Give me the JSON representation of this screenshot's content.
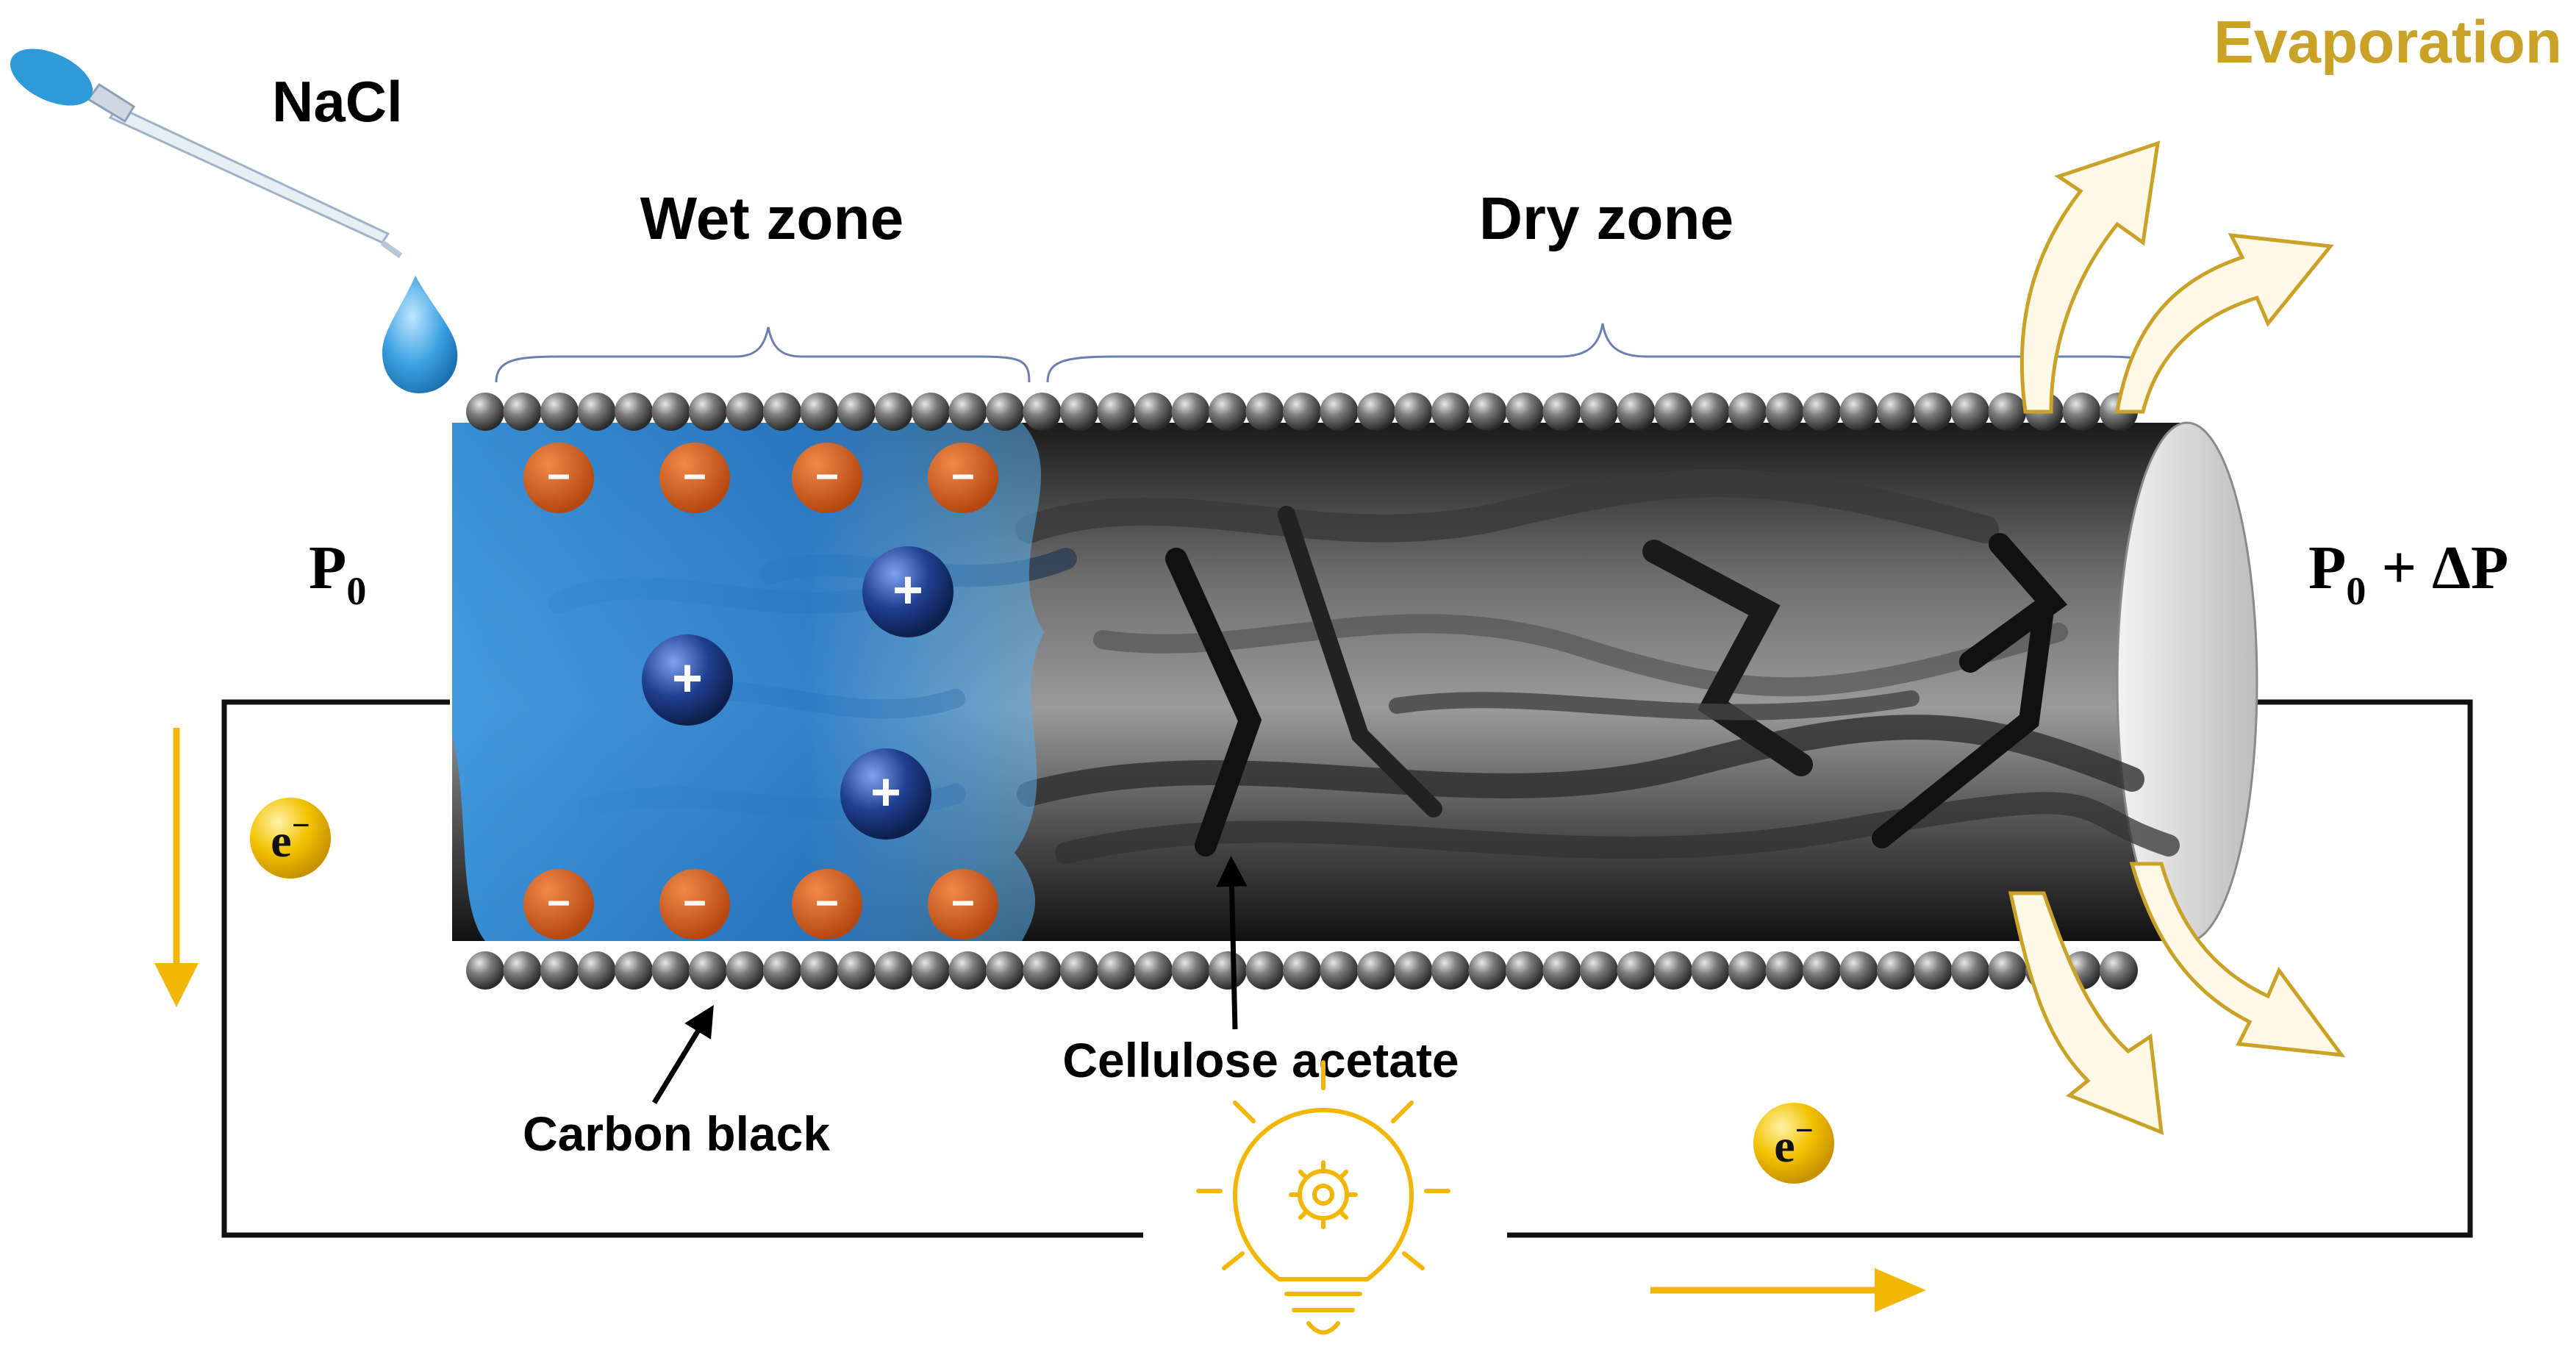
{
  "labels": {
    "nacl": "NaCl",
    "wet_zone": "Wet zone",
    "dry_zone": "Dry zone",
    "evaporation": "Evaporation",
    "p0_left": "P",
    "p0_left_sub": "0",
    "p0_right": "P",
    "p0_right_sub": "0",
    "p0_right_suffix": " + ΔP",
    "carbon_black": "Carbon black",
    "cellulose_acetate": "Cellulose acetate",
    "electron_left": "e",
    "electron_right": "e",
    "electron_sup": "−",
    "plus": "+",
    "minus": "−"
  },
  "colors": {
    "evaporation": "#c9a227",
    "electron": "#f2b705",
    "arrow": "#f2b705",
    "negative_ion": "#c8561b",
    "positive_ion": "#1f3f8f",
    "water": "#2f86d6",
    "circuit": "#111111",
    "bead": "#5a5a5a"
  },
  "icons": {
    "dropper": "pipette-icon",
    "drop": "water-drop-icon",
    "bulb": "lightbulb-gear-icon"
  }
}
